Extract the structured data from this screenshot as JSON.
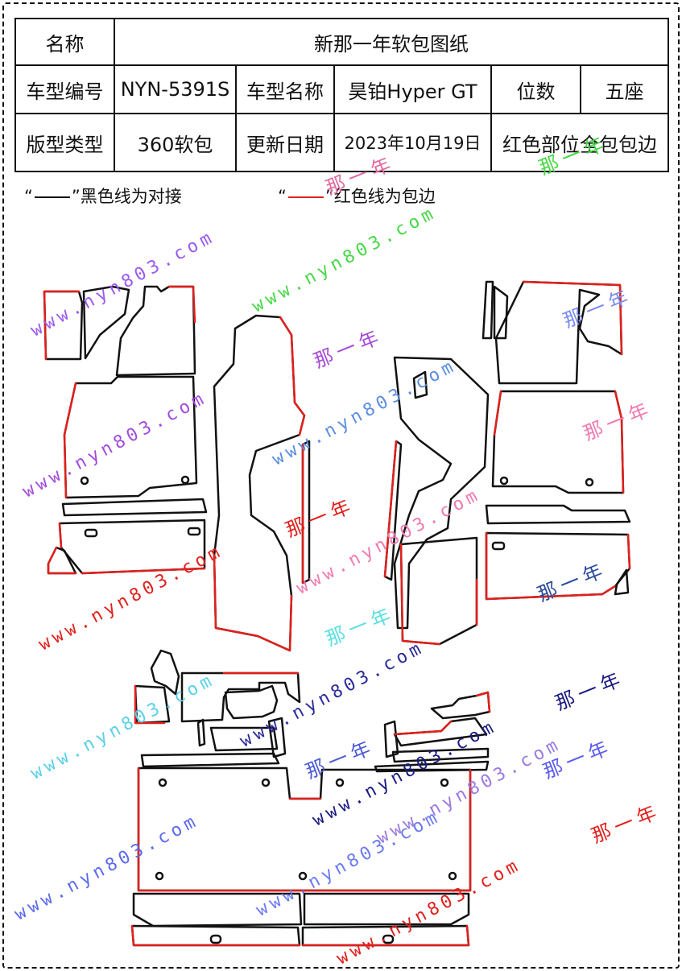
{
  "header": {
    "name_label": "名称",
    "name_value": "新那一年软包图纸",
    "model_code_label": "车型编号",
    "model_code_value": "NYN-5391S",
    "model_name_label": "车型名称",
    "model_name_value": "昊铂Hyper GT",
    "seats_label": "位数",
    "seats_value": "五座",
    "type_label": "版型类型",
    "type_value": "360软包",
    "updated_label": "更新日期",
    "updated_value": "2023年10月19日",
    "red_part_note": "红色部位全包包边"
  },
  "legend": {
    "black_open": "“",
    "black_text": "”黑色线为对接",
    "red_open": "“",
    "red_text": "”红色线为包边"
  },
  "watermarks": {
    "site": "www.nyn803.com",
    "brand": "那一年"
  },
  "colors": {
    "black_line": "#111111",
    "red_line": "#e0201c"
  }
}
